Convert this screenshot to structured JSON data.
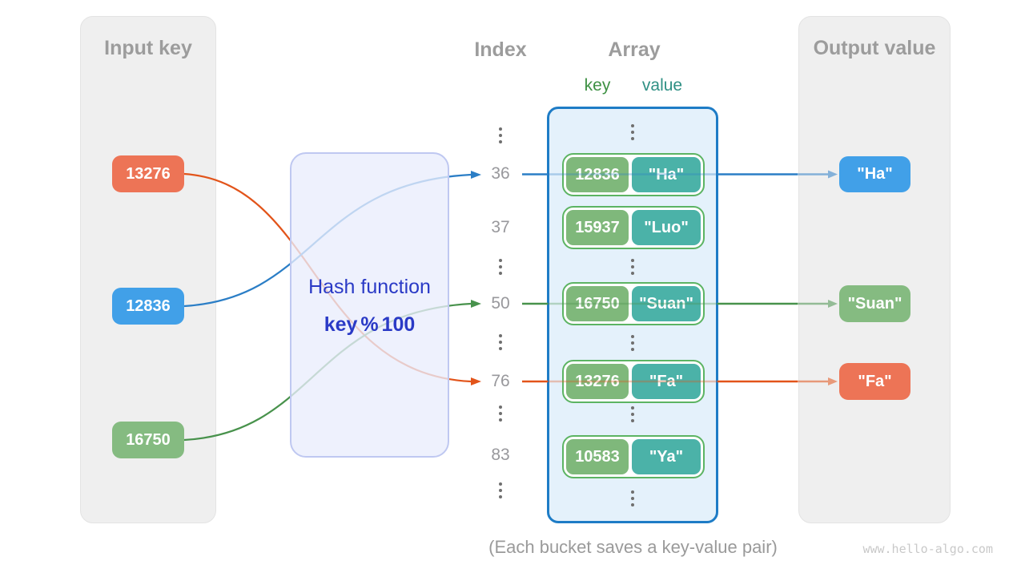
{
  "input": {
    "title": "Input key",
    "boxes": [
      {
        "label": "13276"
      },
      {
        "label": "12836"
      },
      {
        "label": "16750"
      }
    ]
  },
  "hash": {
    "title": "Hash function",
    "formula": "key % 100"
  },
  "index": {
    "title": "Index",
    "rows": [
      "36",
      "37",
      "50",
      "76",
      "83"
    ]
  },
  "array": {
    "title": "Array",
    "key_label": "key",
    "value_label": "value",
    "pairs": [
      {
        "key": "12836",
        "value": "\"Ha\""
      },
      {
        "key": "15937",
        "value": "\"Luo\""
      },
      {
        "key": "16750",
        "value": "\"Suan\""
      },
      {
        "key": "13276",
        "value": "\"Fa\""
      },
      {
        "key": "10583",
        "value": "\"Ya\""
      }
    ]
  },
  "output": {
    "title": "Output value",
    "boxes": [
      {
        "label": "\"Ha\""
      },
      {
        "label": "\"Suan\""
      },
      {
        "label": "\"Fa\""
      }
    ]
  },
  "caption": "(Each bucket saves a key-value pair)",
  "footer": "www.hello-algo.com",
  "colors": {
    "orange": "#ED7456",
    "blue": "#41A0E8",
    "green": "#85BB81",
    "key_green": "#7FB87B",
    "value_teal": "#4BB2A8",
    "pair_border": "#5CB463",
    "arrow_orange": "#E2541A",
    "arrow_blue": "#2B7EC6",
    "arrow_green": "#48924C",
    "array_border": "#1E7CC6",
    "array_fill": "#E4F1FB",
    "hash_text": "#2A3AC6",
    "key_label": "#3E9144",
    "value_label": "#2F9084"
  }
}
